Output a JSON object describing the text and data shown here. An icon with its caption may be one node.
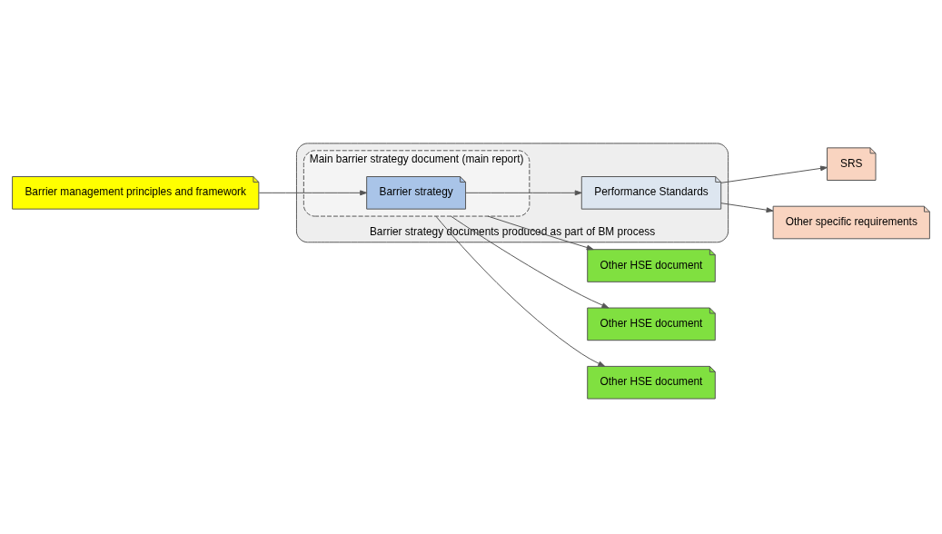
{
  "diagram": {
    "nodes": [
      {
        "text": [
          "Barrier management principles and framework"
        ]
      },
      {
        "text": [
          "Barrier strategy documents produced as part of BM process"
        ]
      },
      {
        "text": [
          "Main barrier strategy document (main report)"
        ],
        "in": 1
      },
      {
        "text": [
          "Barrier strategy"
        ],
        "in": 2
      },
      {
        "text": [
          "Performance Standards"
        ],
        "in": 1
      },
      {
        "text": [
          "Other HSE document"
        ]
      },
      {
        "text": [
          "Other HSE document"
        ]
      },
      {
        "text": [
          "Other HSE document"
        ]
      },
      {
        "text": [
          "SRS"
        ]
      },
      {
        "text": [
          "Other specific requirements"
        ]
      }
    ],
    "edges": [
      {
        "from": 0,
        "to": 3,
        "arrow": "to"
      },
      {
        "from": 3,
        "to": 4,
        "arrow": "to"
      },
      {
        "from": 2,
        "to": 5,
        "arrow": "to"
      },
      {
        "from": 2,
        "to": 6,
        "arrow": "to"
      },
      {
        "from": 2,
        "to": 7,
        "arrow": "to"
      },
      {
        "from": 4,
        "to": 8,
        "arrow": "to"
      },
      {
        "from": 4,
        "to": 9,
        "arrow": "to"
      }
    ]
  }
}
